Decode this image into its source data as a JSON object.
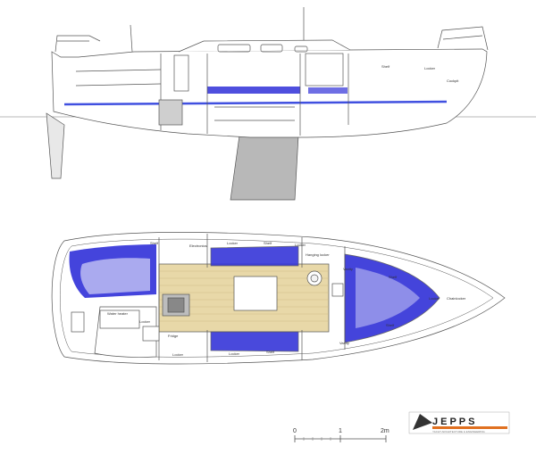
{
  "colors": {
    "line": "#555555",
    "cushion": "#3030d8",
    "sole": "#e8d8a8",
    "keel": "#b8b8b8",
    "stripe": "#4050e0",
    "logo_orange": "#e07020"
  },
  "profile": {
    "labels": {
      "shelf": "Shelf",
      "locker": "Locker",
      "cockpit": "Cockpit"
    }
  },
  "plan": {
    "labels": {
      "shelf_1": "Shelf",
      "electronics": "Electronics",
      "locker_top_1": "Locker",
      "locker_top_2": "Locker",
      "shelf_top_2": "Shelf",
      "hanging_locker": "Hanging locker",
      "vanity_1": "Vanity",
      "shelf_right": "Shelf",
      "locker_bow": "Locker",
      "chain_locker": "Chainlocker",
      "shelf_bow": "Shelf",
      "water_heater": "Water heater",
      "locker_mid": "Locker",
      "locker_bottom_1": "Locker",
      "locker_bottom_2": "Locker",
      "shelf_bottom": "Shelf",
      "vanity_2": "Vanity",
      "fridge": "Fridge"
    }
  },
  "scale": {
    "labels": [
      "0",
      "1",
      "2m"
    ]
  },
  "logo": {
    "name": "JEPPS",
    "tagline": "YACHT ARCHITECTURE & ENGINEERING"
  }
}
